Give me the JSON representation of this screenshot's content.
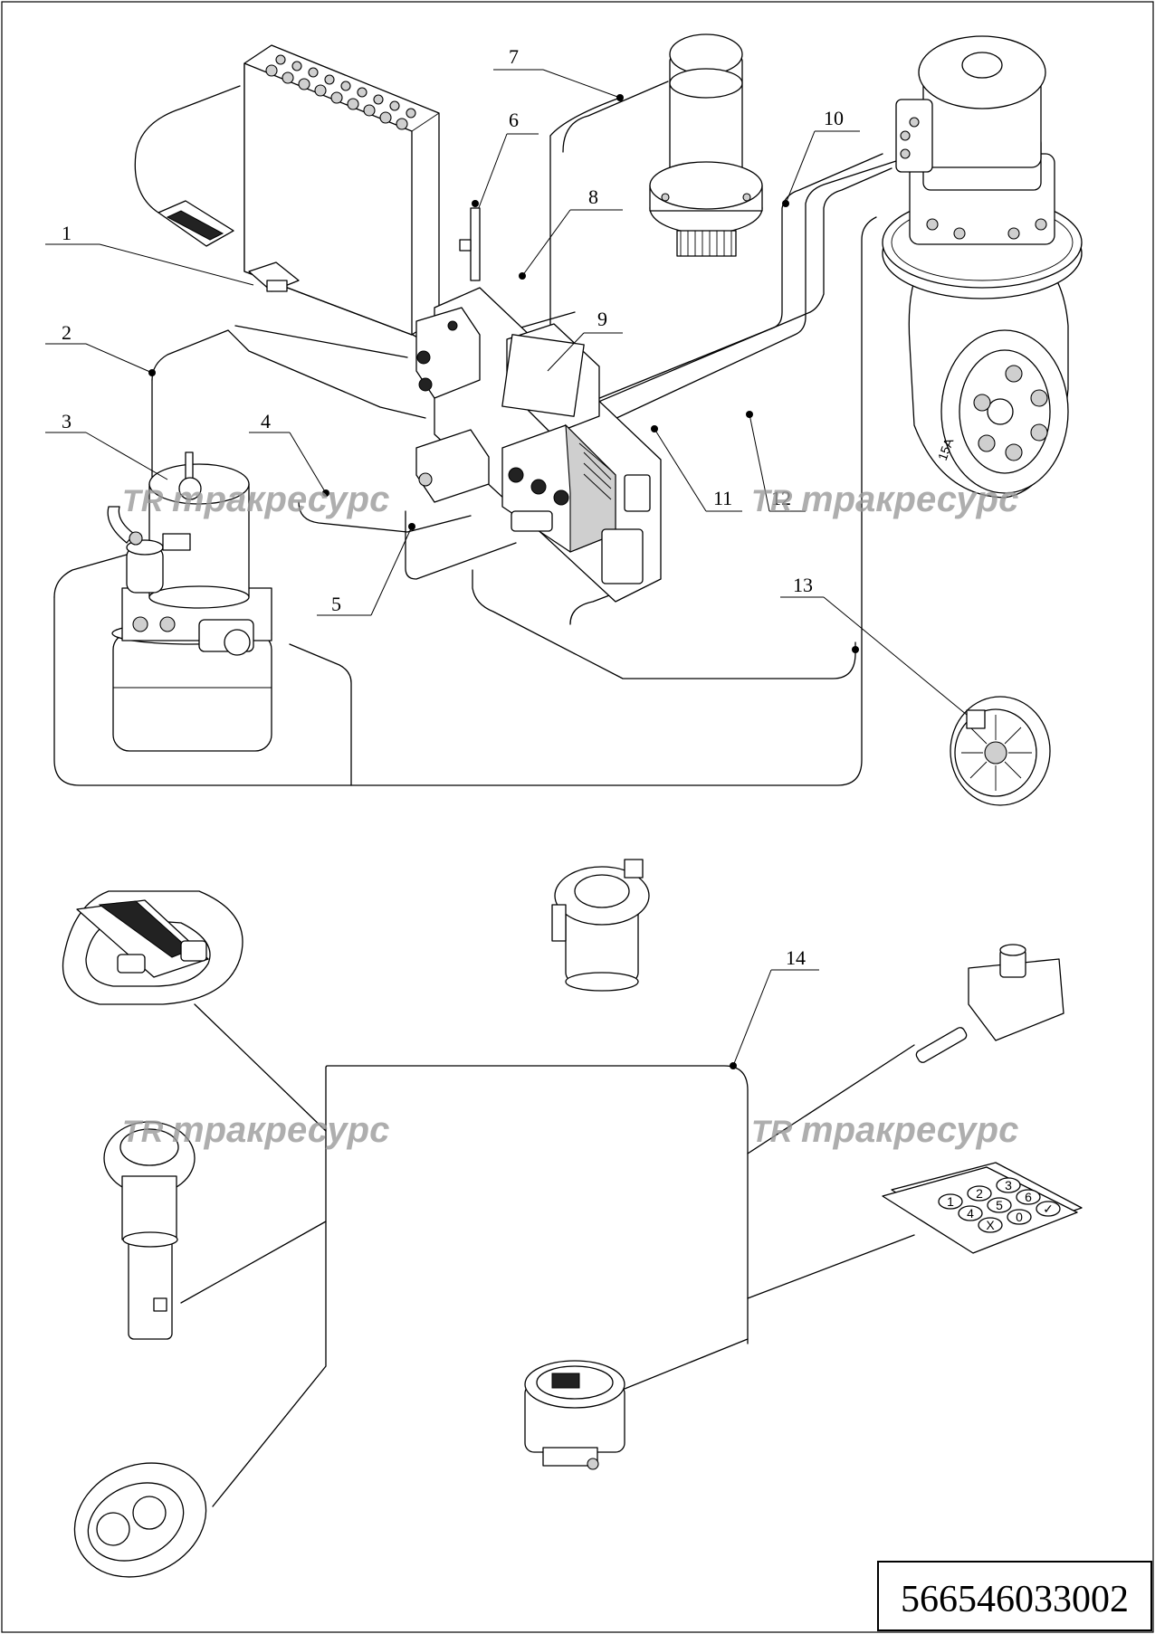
{
  "drawing_number": "566546033002",
  "callouts": [
    "1",
    "2",
    "3",
    "4",
    "5",
    "6",
    "7",
    "8",
    "9",
    "10",
    "11",
    "12",
    "13",
    "14"
  ],
  "watermark": {
    "logo": "TR",
    "text": "тракресурс"
  },
  "keypad_keys": [
    "1",
    "2",
    "3",
    "4",
    "5",
    "6",
    "X",
    "0",
    "✓"
  ],
  "motor_label": "15A"
}
